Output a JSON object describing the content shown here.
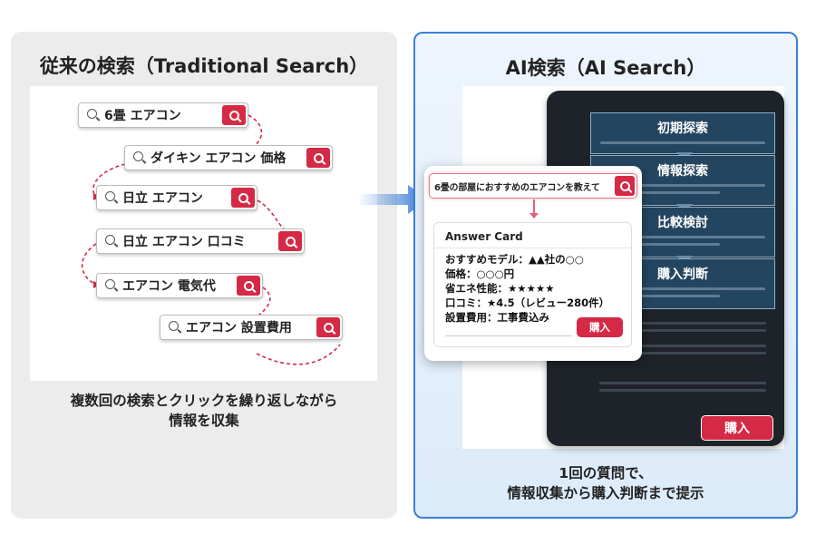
{
  "left": {
    "title": "従来の検索（Traditional Search）",
    "queries": [
      "6畳 エアコン",
      "ダイキン エアコン 価格",
      "日立 エアコン",
      "日立 エアコン 口コミ",
      "エアコン 電気代",
      "エアコン 設置費用"
    ],
    "caption_line1": "複数回の検索とクリックを繰り返しながら",
    "caption_line2": "情報を収集"
  },
  "right": {
    "title": "AI検索（AI Search）",
    "query": "6畳の部屋におすすめのエアコンを教えて",
    "card": {
      "title": "Answer Card",
      "lines": [
        "おすすめモデル：▲▲社の○○",
        "価格：○○○円",
        "省エネ性能：★★★★★",
        "口コミ：★4.5（レビュー280件）",
        "設置費用：工事費込み"
      ],
      "buy": "購入"
    },
    "stages": [
      "初期探索",
      "情報探索",
      "比較検討",
      "購入判断"
    ],
    "tablet_buy": "購入",
    "caption_line1": "1回の質問で、",
    "caption_line2": "情報収集から購入判断まで提示"
  },
  "colors": {
    "accent_red": "#d42a45",
    "accent_blue": "#3b7fd6",
    "stage_bg": "#244560"
  }
}
